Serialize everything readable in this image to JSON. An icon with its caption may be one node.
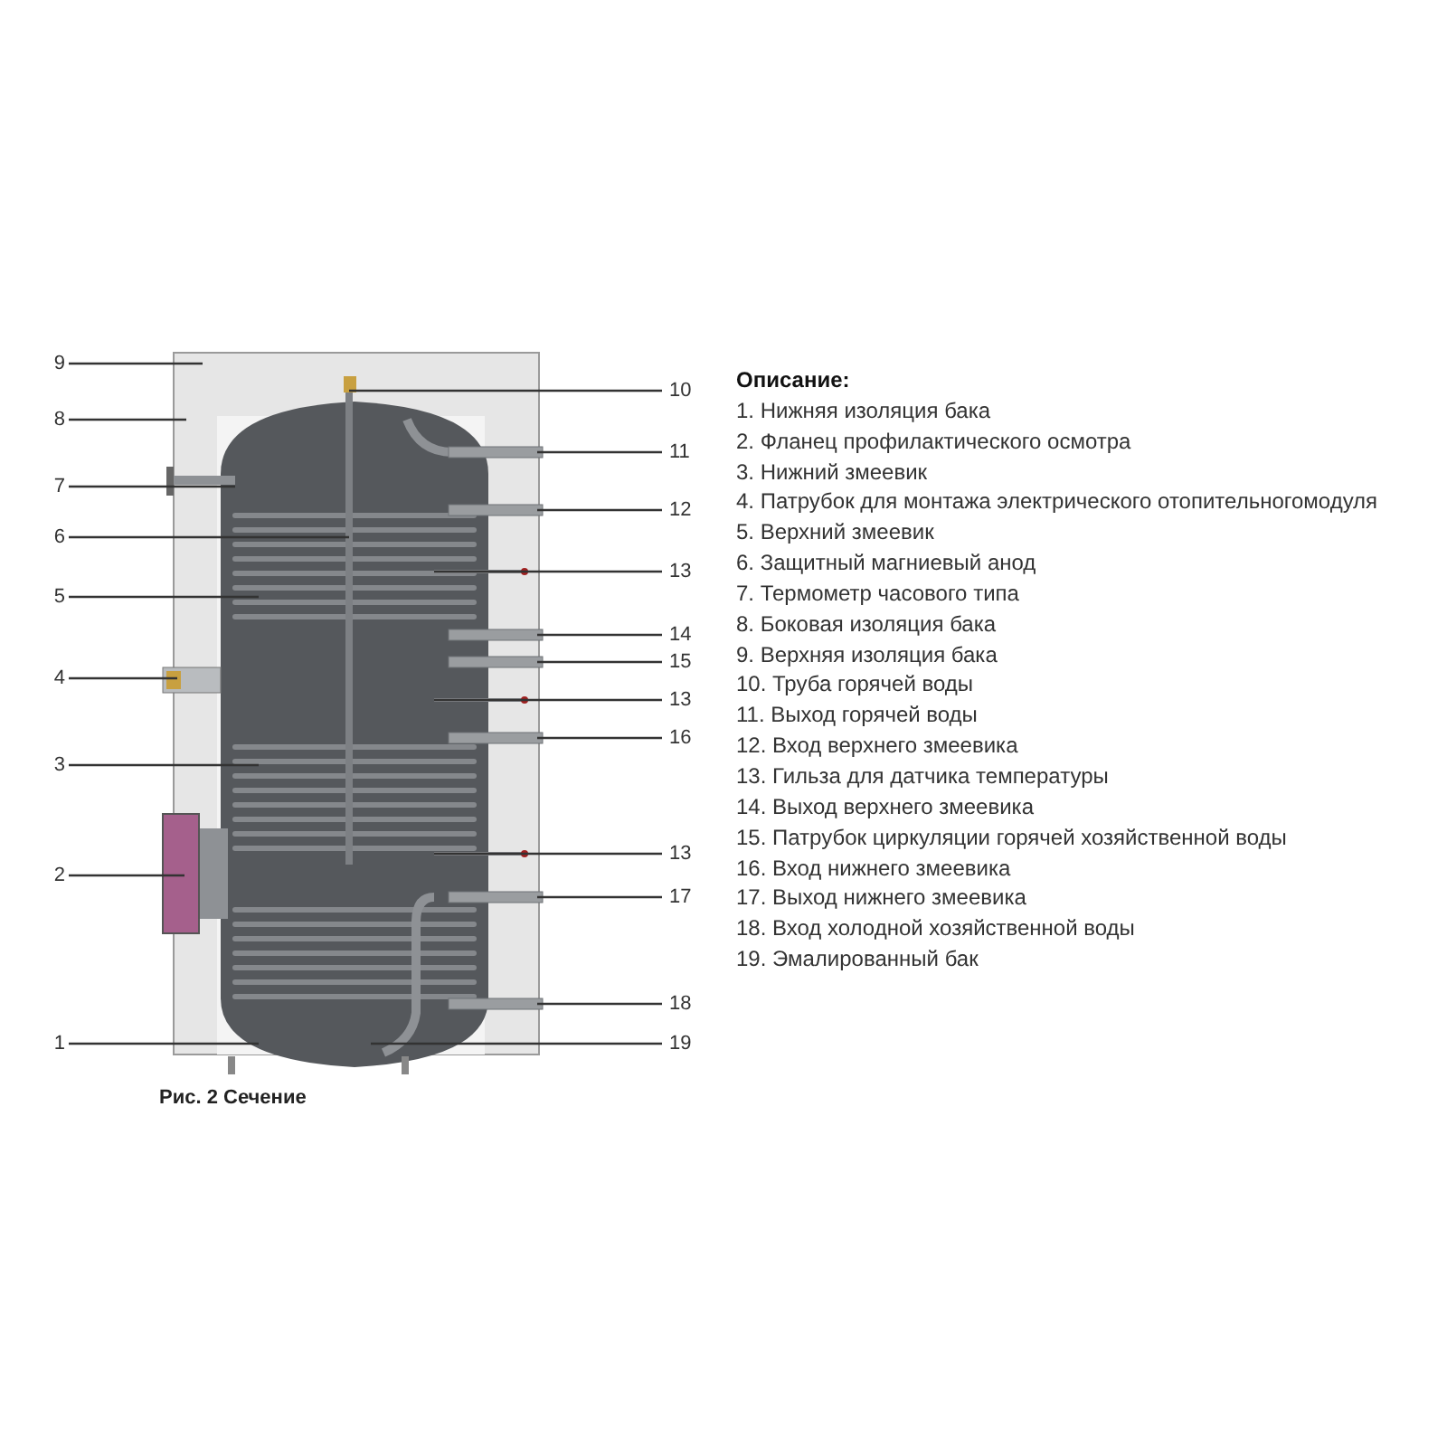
{
  "diagram": {
    "caption": "Рис. 2 Сечение",
    "nodes": [
      {
        "text": [
          "9"
        ]
      },
      {
        "text": [
          "8"
        ]
      },
      {
        "text": [
          "7"
        ]
      },
      {
        "text": [
          "6"
        ]
      },
      {
        "text": [
          "5"
        ]
      },
      {
        "text": [
          "4"
        ]
      },
      {
        "text": [
          "3"
        ]
      },
      {
        "text": [
          "2"
        ]
      },
      {
        "text": [
          "1"
        ]
      },
      {
        "text": [
          "10"
        ]
      },
      {
        "text": [
          "11"
        ]
      },
      {
        "text": [
          "12"
        ]
      },
      {
        "text": [
          "13"
        ]
      },
      {
        "text": [
          "14"
        ]
      },
      {
        "text": [
          "15"
        ]
      },
      {
        "text": [
          "13"
        ]
      },
      {
        "text": [
          "16"
        ]
      },
      {
        "text": [
          "13"
        ]
      },
      {
        "text": [
          "17"
        ]
      },
      {
        "text": [
          "18"
        ]
      },
      {
        "text": [
          "19"
        ]
      }
    ],
    "edges": [
      {
        "from": 0,
        "to": null,
        "arrow": "none"
      },
      {
        "from": 1,
        "to": null,
        "arrow": "none"
      },
      {
        "from": 2,
        "to": null,
        "arrow": "none"
      },
      {
        "from": 3,
        "to": null,
        "arrow": "none"
      },
      {
        "from": 4,
        "to": null,
        "arrow": "none"
      },
      {
        "from": 5,
        "to": null,
        "arrow": "none"
      },
      {
        "from": 6,
        "to": null,
        "arrow": "none"
      },
      {
        "from": 7,
        "to": null,
        "arrow": "none"
      },
      {
        "from": 8,
        "to": null,
        "arrow": "none"
      },
      {
        "from": 9,
        "to": null,
        "arrow": "none"
      },
      {
        "from": 10,
        "to": null,
        "arrow": "none"
      },
      {
        "from": 11,
        "to": null,
        "arrow": "none"
      },
      {
        "from": 12,
        "to": null,
        "arrow": "none"
      },
      {
        "from": 13,
        "to": null,
        "arrow": "none"
      },
      {
        "from": 14,
        "to": null,
        "arrow": "none"
      },
      {
        "from": 15,
        "to": null,
        "arrow": "none"
      },
      {
        "from": 16,
        "to": null,
        "arrow": "none"
      },
      {
        "from": 17,
        "to": null,
        "arrow": "none"
      },
      {
        "from": 18,
        "to": null,
        "arrow": "none"
      },
      {
        "from": 19,
        "to": null,
        "arrow": "none"
      },
      {
        "from": 20,
        "to": null,
        "arrow": "none"
      }
    ],
    "labels": [
      "Описание:",
      "1. Нижняя изоляция бака",
      "2. Фланец профилактического осмотра",
      "3. Нижний змеевик",
      "4. Патрубок для монтажа электрического отопительногомодуля",
      "5. Верхний змеевик",
      "6. Защитный магниевый анод",
      "7. Термометр часового типа",
      "8. Боковая изоляция бака",
      "9. Верхняя изоляция бака",
      "10. Труба горячей воды",
      "11. Выход горячей воды",
      "12. Вход верхнего змеевика",
      "13. Гильза для датчика температуры",
      "14. Выход верхнего змеевика",
      "15. Патрубок циркуляции горячей хозяйственной воды",
      "16. Вход нижнего змеевика",
      "17. Выход нижнего змеевика",
      "18. Вход холодной хозяйственной воды",
      "19. Эмалированный бак"
    ]
  }
}
